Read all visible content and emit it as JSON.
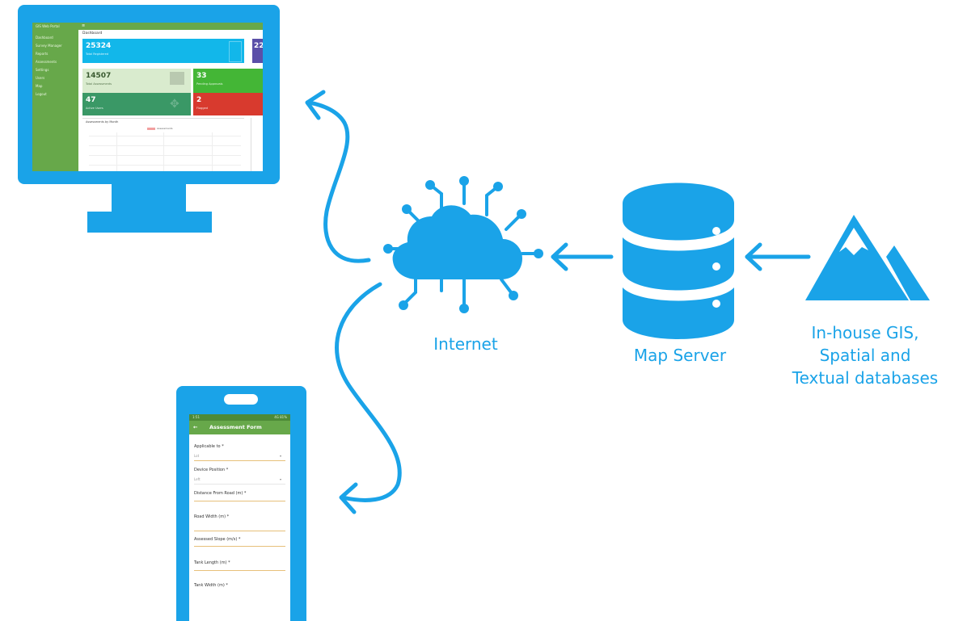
{
  "colors": {
    "accent": "#1aa3e8",
    "green": "#67a84a",
    "white": "#ffffff"
  },
  "labels": {
    "internet": "Internet",
    "map_server": "Map Server",
    "gis_line1": "In-house GIS,",
    "gis_line2": "Spatial and",
    "gis_line3": "Textual databases"
  },
  "dashboard": {
    "logo": "GIS Web Portal",
    "menu": [
      "Dashboard",
      "Survey Manager",
      "Reports",
      "Assessments",
      "Settings",
      "Users",
      "Map",
      "Logout"
    ],
    "crumb": "Dashboard",
    "tiles": [
      {
        "value": "25324",
        "label": "Total Registered"
      },
      {
        "value": "22",
        "label": ""
      },
      {
        "value": "14507",
        "label": "Total Assessments"
      },
      {
        "value": "33",
        "label": "Pending Approvals"
      },
      {
        "value": "47",
        "label": "Active Users"
      },
      {
        "value": "2",
        "label": "Flagged"
      }
    ],
    "chart_title": "Assessments by Month",
    "chart_legend": "Assessments"
  },
  "phone": {
    "status_left": "1:51",
    "status_right": "4G 81%",
    "app_title": "Assessment Form",
    "fields": [
      {
        "label": "Applicable to *",
        "value": "Lot"
      },
      {
        "label": "Device Position *",
        "value": "Left"
      },
      {
        "label": "Distance From Road (m) *",
        "value": ""
      },
      {
        "label": "Road Width (m) *",
        "value": ""
      },
      {
        "label": "Assessed Slope (m/s) *",
        "value": ""
      },
      {
        "label": "Tank Length (m) *",
        "value": ""
      },
      {
        "label": "Tank Width (m) *",
        "value": ""
      }
    ]
  },
  "icons": [
    "monitor-icon",
    "phone-icon",
    "cloud-network-icon",
    "database-server-icon",
    "mountain-icon",
    "arrow-icon"
  ]
}
